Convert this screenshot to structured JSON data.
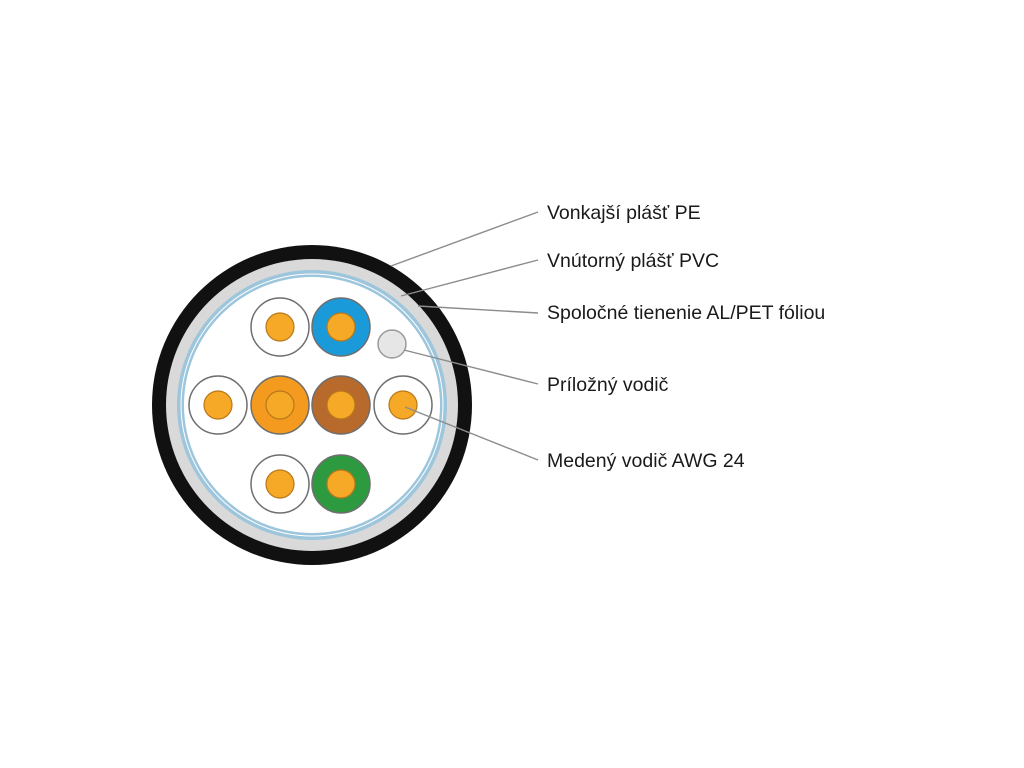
{
  "labels": {
    "outer_jacket": "Vonkajší plášť PE",
    "inner_jacket": "Vnútorný plášť PVC",
    "shielding": "Spoločné tienenie AL/PET fóliou",
    "drain_wire": "Príložný vodič",
    "copper_conductor": "Medený vodič AWG 24"
  },
  "colors": {
    "outer_jacket": "#111111",
    "inner_jacket": "#d9d9d9",
    "shield_foil": "#9dc6dc",
    "core": "#f6a926",
    "insulation_white": "#ffffff",
    "insulation_blue": "#1a9ad8",
    "insulation_orange": "#f39a1f",
    "insulation_brown": "#b86a2c",
    "insulation_green": "#2e9a3f",
    "drain_wire": "#e6e6e6",
    "leader_line": "#8c8c8c"
  },
  "conductors": [
    {
      "name": "white-blue",
      "color": "insulation_white"
    },
    {
      "name": "blue",
      "color": "insulation_blue"
    },
    {
      "name": "white-orange",
      "color": "insulation_white"
    },
    {
      "name": "orange",
      "color": "insulation_orange"
    },
    {
      "name": "brown",
      "color": "insulation_brown"
    },
    {
      "name": "white-brown",
      "color": "insulation_white"
    },
    {
      "name": "white-green",
      "color": "insulation_white"
    },
    {
      "name": "green",
      "color": "insulation_green"
    }
  ]
}
